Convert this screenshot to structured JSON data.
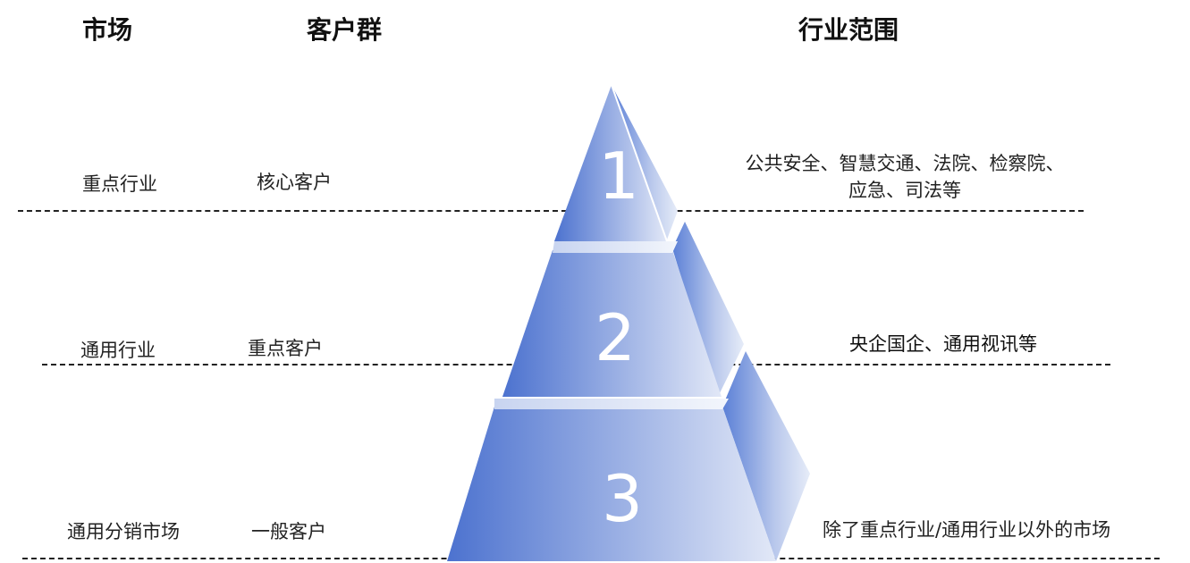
{
  "headers": {
    "market": "市场",
    "customers": "客户群",
    "scope": "行业范围"
  },
  "tiers": [
    {
      "number": "1",
      "market": "重点行业",
      "customers": "核心客户",
      "scope_line1": "公共安全、智慧交通、法院、检察院、",
      "scope_line2": "应急、司法等"
    },
    {
      "number": "2",
      "market": "通用行业",
      "customers": "重点客户",
      "scope_line1": "央企国企、通用视讯等",
      "scope_line2": ""
    },
    {
      "number": "3",
      "market": "通用分销市场",
      "customers": "一般客户",
      "scope_line1": "除了重点行业/通用行业以外的市场",
      "scope_line2": ""
    }
  ],
  "colors": {
    "pyramid_dark": "#4e74cf",
    "pyramid_light": "#dfe6f6",
    "pyramid_side": "#6b8bd8",
    "line": "#222222"
  }
}
